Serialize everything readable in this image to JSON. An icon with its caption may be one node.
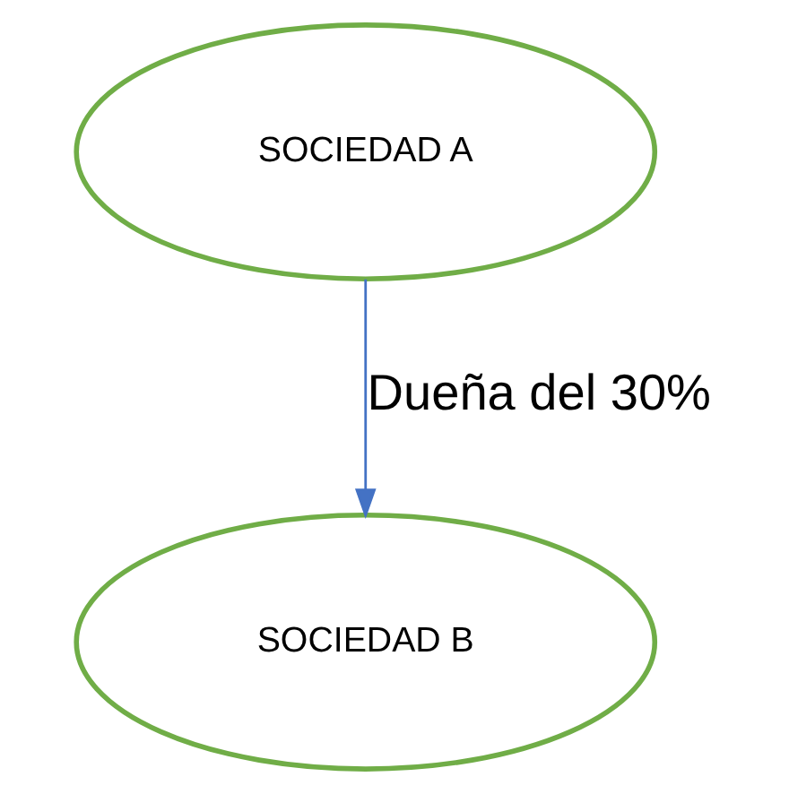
{
  "diagram": {
    "nodes": [
      {
        "text": [
          "SOCIEDAD A"
        ]
      },
      {
        "text": [
          "SOCIEDAD B"
        ]
      }
    ],
    "edges": [
      {
        "from": 0,
        "to": 1,
        "arrow": "to",
        "label": "Dueña del 30%"
      }
    ]
  }
}
